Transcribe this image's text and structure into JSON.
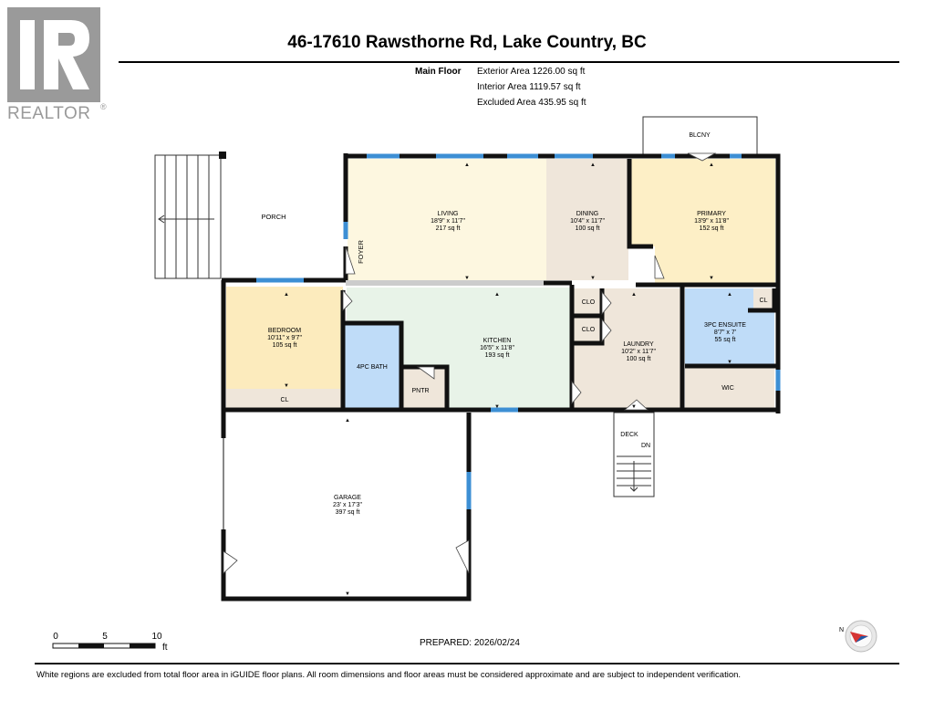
{
  "header": {
    "logo_text": "REALTOR",
    "logo_mark": "R",
    "title": "46-17610 Rawsthorne Rd, Lake Country, BC"
  },
  "areas": {
    "floor_label": "Main Floor",
    "exterior": "Exterior Area 1226.00 sq ft",
    "interior": "Interior Area 1119.57 sq ft",
    "excluded": "Excluded Area 435.95 sq ft"
  },
  "rooms": {
    "living": {
      "name": "LIVING",
      "dims": "18'9\" x 11'7\"",
      "area": "217 sq ft"
    },
    "dining": {
      "name": "DINING",
      "dims": "10'4\" x 11'7\"",
      "area": "100 sq ft"
    },
    "primary": {
      "name": "PRIMARY",
      "dims": "13'9\" x 11'8\"",
      "area": "152 sq ft"
    },
    "kitchen": {
      "name": "KITCHEN",
      "dims": "16'5\" x 11'8\"",
      "area": "193 sq ft"
    },
    "bedroom": {
      "name": "BEDROOM",
      "dims": "10'11\" x 9'7\"",
      "area": "105 sq ft"
    },
    "laundry": {
      "name": "LAUNDRY",
      "dims": "10'2\" x 11'7\"",
      "area": "100 sq ft"
    },
    "ensuite": {
      "name": "3PC ENSUITE",
      "dims": "8'7\" x 7'",
      "area": "55 sq ft"
    },
    "garage": {
      "name": "GARAGE",
      "dims": "23' x 17'3\"",
      "area": "397 sq ft"
    },
    "porch": "PORCH",
    "foyer": "FOYER",
    "bath": "4PC BATH",
    "pantry": "PNTR",
    "closet": "CL",
    "closet2": "CL",
    "clo1": "CLO",
    "clo2": "CLO",
    "wic": "WIC",
    "balcony": "BLCNY",
    "deck": "DECK",
    "down": "DN"
  },
  "scale": {
    "ticks": [
      "0",
      "5",
      "10"
    ],
    "unit": "ft"
  },
  "compass": {
    "north": "N"
  },
  "prepared": "PREPARED: 2026/02/24",
  "footnote": "White regions are excluded from total floor area in iGUIDE floor plans. All room dimensions and floor areas must be considered approximate and are subject to independent verification.",
  "colors": {
    "living": "#fdf7e0",
    "dining": "#efe6da",
    "primary": "#fdefc6",
    "kitchen": "#e8f3e8",
    "bedroom": "#fcebbd",
    "bath": "#bfdcf8",
    "ensuite": "#bfdcf8",
    "laundry": "#efe6da",
    "closet": "#efe6da",
    "wall": "#111111",
    "window": "#3d8fd4",
    "logo": "#9a9a9a"
  }
}
